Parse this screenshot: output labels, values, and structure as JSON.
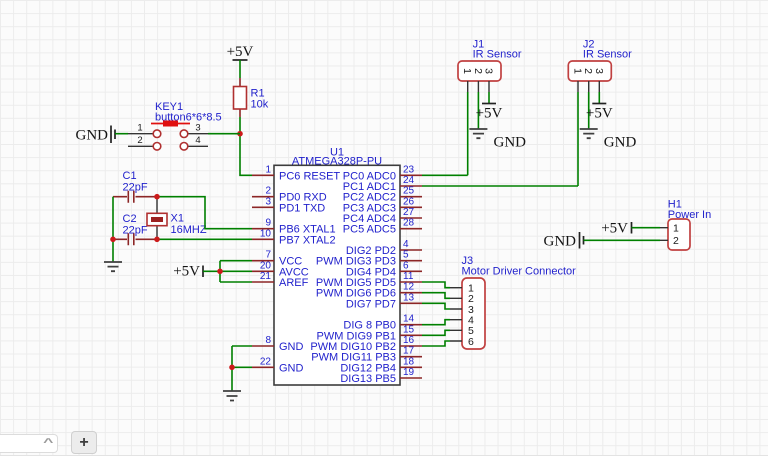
{
  "nets": {
    "v5": "+5V",
    "gnd": "GND"
  },
  "components": {
    "u1": {
      "ref": "U1",
      "value": "ATMEGA328P-PU",
      "left": [
        {
          "num": "1",
          "name": "PC6 RESET"
        },
        {
          "num": "2",
          "name": "PD0 RXD"
        },
        {
          "num": "3",
          "name": "PD1 TXD"
        },
        {
          "num": "9",
          "name": "PB6 XTAL1"
        },
        {
          "num": "10",
          "name": "PB7 XTAL2"
        },
        {
          "num": "7",
          "name": "VCC"
        },
        {
          "num": "20",
          "name": "AVCC"
        },
        {
          "num": "21",
          "name": "AREF"
        },
        {
          "num": "8",
          "name": "GND"
        },
        {
          "num": "22",
          "name": "GND"
        }
      ],
      "right": [
        {
          "num": "23",
          "name": "PC0 ADC0"
        },
        {
          "num": "24",
          "name": "PC1 ADC1"
        },
        {
          "num": "25",
          "name": "PC2 ADC2"
        },
        {
          "num": "26",
          "name": "PC3 ADC3"
        },
        {
          "num": "27",
          "name": "PC4 ADC4"
        },
        {
          "num": "28",
          "name": "PC5 ADC5"
        },
        {
          "num": "4",
          "name": "DIG2 PD2"
        },
        {
          "num": "5",
          "name": "PWM DIG3 PD3"
        },
        {
          "num": "6",
          "name": "DIG4 PD4"
        },
        {
          "num": "11",
          "name": "PWM DIG5 PD5"
        },
        {
          "num": "12",
          "name": "PWM DIG6 PD6"
        },
        {
          "num": "13",
          "name": "DIG7 PD7"
        },
        {
          "num": "14",
          "name": "DIG 8 PB0"
        },
        {
          "num": "15",
          "name": "PWM DIG9 PB1"
        },
        {
          "num": "16",
          "name": "PWM DIG10 PB2"
        },
        {
          "num": "17",
          "name": "PWM DIG11 PB3"
        },
        {
          "num": "18",
          "name": "DIG12 PB4"
        },
        {
          "num": "19",
          "name": "DIG13 PB5"
        }
      ]
    },
    "key1": {
      "ref": "KEY1",
      "value": "button6*6*8.5",
      "pins": [
        "1",
        "2",
        "3",
        "4"
      ]
    },
    "r1": {
      "ref": "R1",
      "value": "10k"
    },
    "c1": {
      "ref": "C1",
      "value": "22pF"
    },
    "c2": {
      "ref": "C2",
      "value": "22pF"
    },
    "x1": {
      "ref": "X1",
      "value": "16MHZ"
    },
    "j1": {
      "ref": "J1",
      "value": "IR Sensor",
      "pins": [
        "1",
        "2",
        "3"
      ]
    },
    "j2": {
      "ref": "J2",
      "value": "IR Sensor",
      "pins": [
        "1",
        "2",
        "3"
      ]
    },
    "j3": {
      "ref": "J3",
      "value": "Motor Driver Connector",
      "pins": [
        "1",
        "2",
        "3",
        "4",
        "5",
        "6"
      ]
    },
    "h1": {
      "ref": "H1",
      "value": "Power In",
      "pins": [
        "1",
        "2"
      ]
    }
  },
  "ui": {
    "zoom_in_label": "+",
    "panel_chevron": "^"
  },
  "colors": {
    "wire": "#008000",
    "pin": "#8c2626",
    "connector_outline": "#c04040",
    "component_outline": "#b03030",
    "label_blue": "#2222cc",
    "junction": "#cc1a1a"
  }
}
